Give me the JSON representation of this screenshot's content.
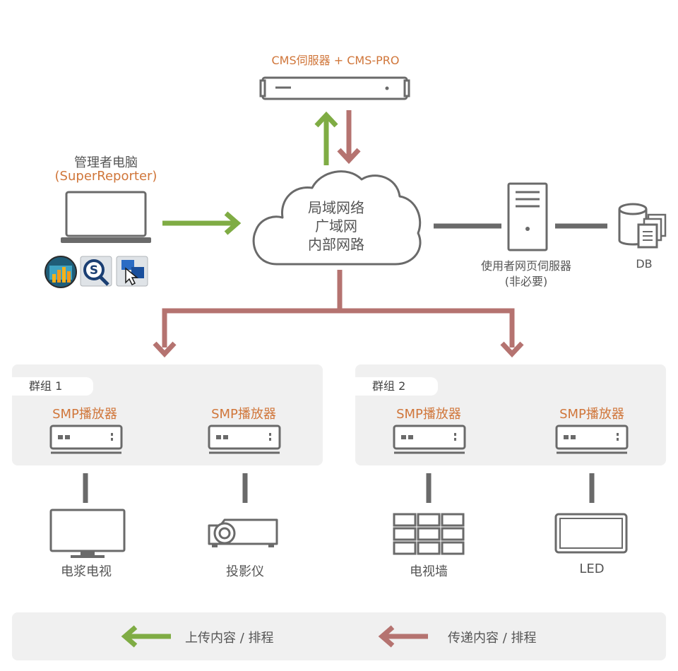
{
  "cms": {
    "label": "CMS伺服器 + CMS-PRO"
  },
  "admin": {
    "title": "管理者电脑",
    "subtitle": "(SuperReporter)"
  },
  "network": {
    "lines": [
      "局域网络",
      "广域网",
      "内部网路"
    ]
  },
  "web_server": {
    "label": "使用者网页伺服器",
    "note": "(非必要)"
  },
  "db": {
    "label": "DB"
  },
  "groups": [
    {
      "tag": "群组 1",
      "players": [
        {
          "label": "SMP播放器",
          "device": "电浆电视",
          "device_icon": "plasma-tv-icon"
        },
        {
          "label": "SMP播放器",
          "device": "投影仪",
          "device_icon": "projector-icon"
        }
      ]
    },
    {
      "tag": "群组 2",
      "players": [
        {
          "label": "SMP播放器",
          "device": "电视墙",
          "device_icon": "video-wall-icon"
        },
        {
          "label": "SMP播放器",
          "device": "LED",
          "device_icon": "led-display-icon"
        }
      ]
    }
  ],
  "legend": {
    "upload": "上传内容 / 排程",
    "deliver": "传递内容 / 排程"
  },
  "colors": {
    "upload": "#7fac44",
    "deliver": "#b57370",
    "accent_text": "#d0763a",
    "device": "#6a6a6a",
    "panel": "#f0f0f0"
  }
}
